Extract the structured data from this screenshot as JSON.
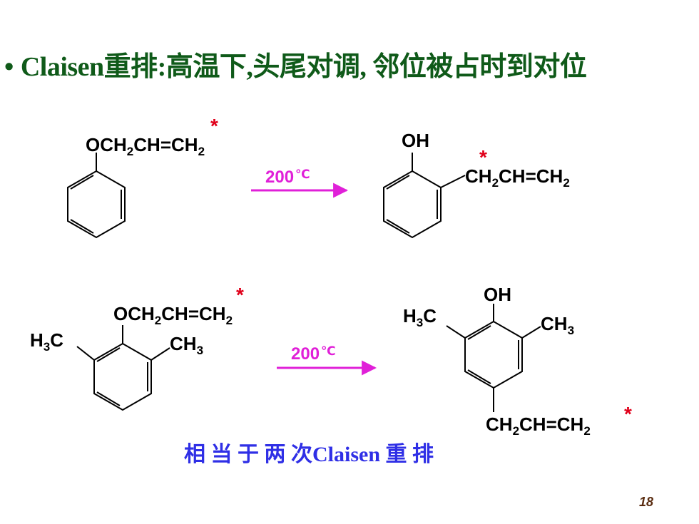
{
  "title": {
    "bullet": "•",
    "text": "Claisen重排:高温下,头尾对调, 邻位被占时到对位"
  },
  "reaction1": {
    "reactant_o": "O",
    "reactant_chain": "CH",
    "sub2": "2",
    "chain_mid": "CH=CH",
    "condition": "200",
    "condition_unit": "℃",
    "product_oh": "OH",
    "product_chain1": "CH",
    "product_chain2": "CH=CH",
    "star": "*"
  },
  "reaction2": {
    "reactant_o": "O",
    "reactant_chain": "CH",
    "sub2": "2",
    "chain_mid": "CH=CH",
    "h3c_h": "H",
    "sub3": "3",
    "h3c_c": "C",
    "ch3_ch": "CH",
    "condition": "200",
    "condition_unit": "℃",
    "product_oh": "OH",
    "product_chain1": "CH",
    "product_chain2": "CH=CH",
    "star": "*"
  },
  "note": "相 当 于 两 次Claisen 重 排",
  "page_number": "18",
  "colors": {
    "title": "#0f5a19",
    "star": "#e0001a",
    "condition": "#e020d8",
    "note": "#2f2fe6"
  }
}
